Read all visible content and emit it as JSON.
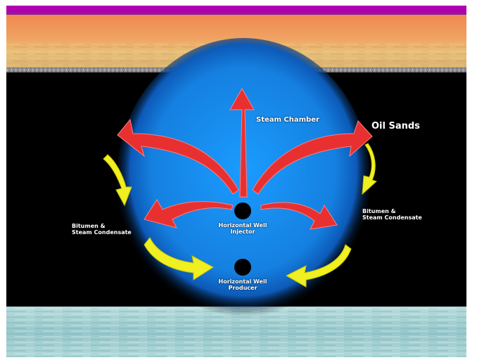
{
  "diagram": {
    "labels": {
      "steam_chamber": "Steam Chamber",
      "oil_sands": "Oil Sands",
      "bitumen_left_line1": "Bitumen &",
      "bitumen_left_line2": "Steam Condensate",
      "bitumen_right_line1": "Bitumen &",
      "bitumen_right_line2": "Steam Condensate",
      "injector_line1": "Horizontal Well",
      "injector_line2": "Injector",
      "producer_line1": "Horizontal Well",
      "producer_line2": "Producer"
    },
    "colors": {
      "top_stripe": "#b000b0",
      "overburden": "#f0a060",
      "chamber_blue": "#1a8cf0",
      "steam_arrows": "#e83030",
      "flow_arrows": "#f0f020",
      "underburden": "#a8d4d8",
      "background": "#000000"
    }
  }
}
